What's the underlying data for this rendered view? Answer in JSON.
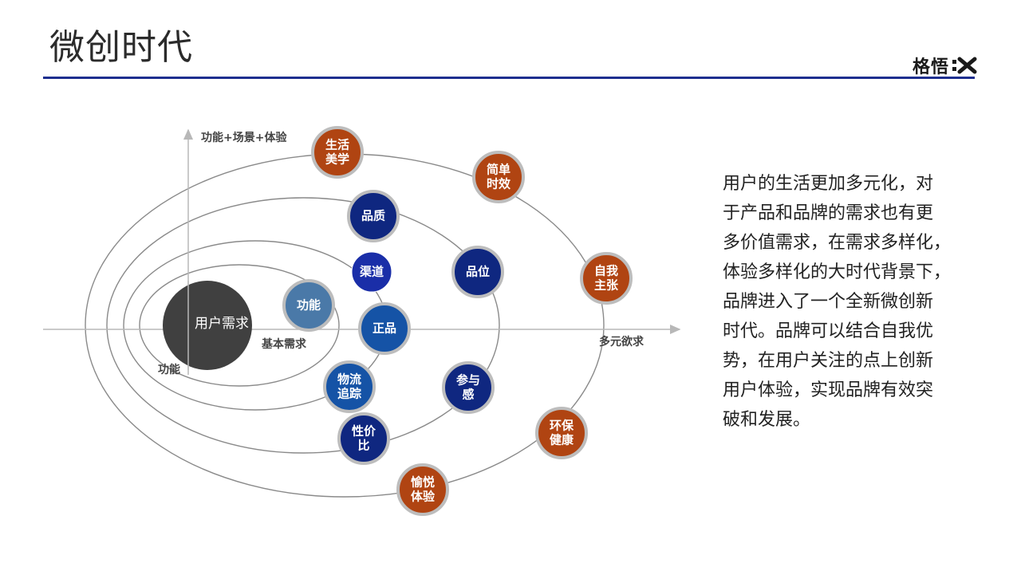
{
  "header": {
    "title": "微创时代",
    "logo_text": "格悟"
  },
  "diagram": {
    "axes": {
      "y_label": "功能+场景+体验",
      "x_label": "多元欲求"
    },
    "center": {
      "label": "用户需求"
    },
    "ring_labels": {
      "inner": "基本需求",
      "left": "功能"
    },
    "nodes": [
      {
        "id": "shenghuo",
        "lines": [
          "生活",
          "美学"
        ],
        "tier": "outer"
      },
      {
        "id": "jiandan",
        "lines": [
          "简单",
          "时效"
        ],
        "tier": "outer"
      },
      {
        "id": "ziwo",
        "lines": [
          "自我",
          "主张"
        ],
        "tier": "outer"
      },
      {
        "id": "huanbao",
        "lines": [
          "环保",
          "健康"
        ],
        "tier": "outer"
      },
      {
        "id": "yuyue",
        "lines": [
          "愉悦",
          "体验"
        ],
        "tier": "outer"
      },
      {
        "id": "pinzhi",
        "lines": [
          "品质"
        ],
        "tier": "mid"
      },
      {
        "id": "pinwei",
        "lines": [
          "品位"
        ],
        "tier": "mid"
      },
      {
        "id": "canyu",
        "lines": [
          "参与",
          "感"
        ],
        "tier": "mid"
      },
      {
        "id": "xingjiabi",
        "lines": [
          "性价",
          "比"
        ],
        "tier": "mid"
      },
      {
        "id": "qudao",
        "lines": [
          "渠道"
        ],
        "tier": "inner"
      },
      {
        "id": "zhengpin",
        "lines": [
          "正品"
        ],
        "tier": "inner"
      },
      {
        "id": "wuliu",
        "lines": [
          "物流",
          "追踪"
        ],
        "tier": "inner"
      },
      {
        "id": "gongneng",
        "lines": [
          "功能"
        ],
        "tier": "core"
      }
    ],
    "colors": {
      "outer": "#b04412",
      "mid": "#0f2780",
      "inner": "#1553a6",
      "core": "#4a79a8",
      "channel": "#1a2ea8",
      "center": "#404040",
      "node_border": "#bdbdbd",
      "ring": "#8a8a8a"
    }
  },
  "paragraph": {
    "lines": [
      "用户的生活更加多元化，对",
      "于产品和品牌的需求也有更",
      "多价值需求，在需求多样化，",
      "体验多样化的大时代背景下，",
      "品牌进入了一个全新微创新",
      "时代。品牌可以结合自我优",
      "势，在用户关注的点上创新",
      "用户体验，实现品牌有效突",
      "破和发展。"
    ]
  }
}
